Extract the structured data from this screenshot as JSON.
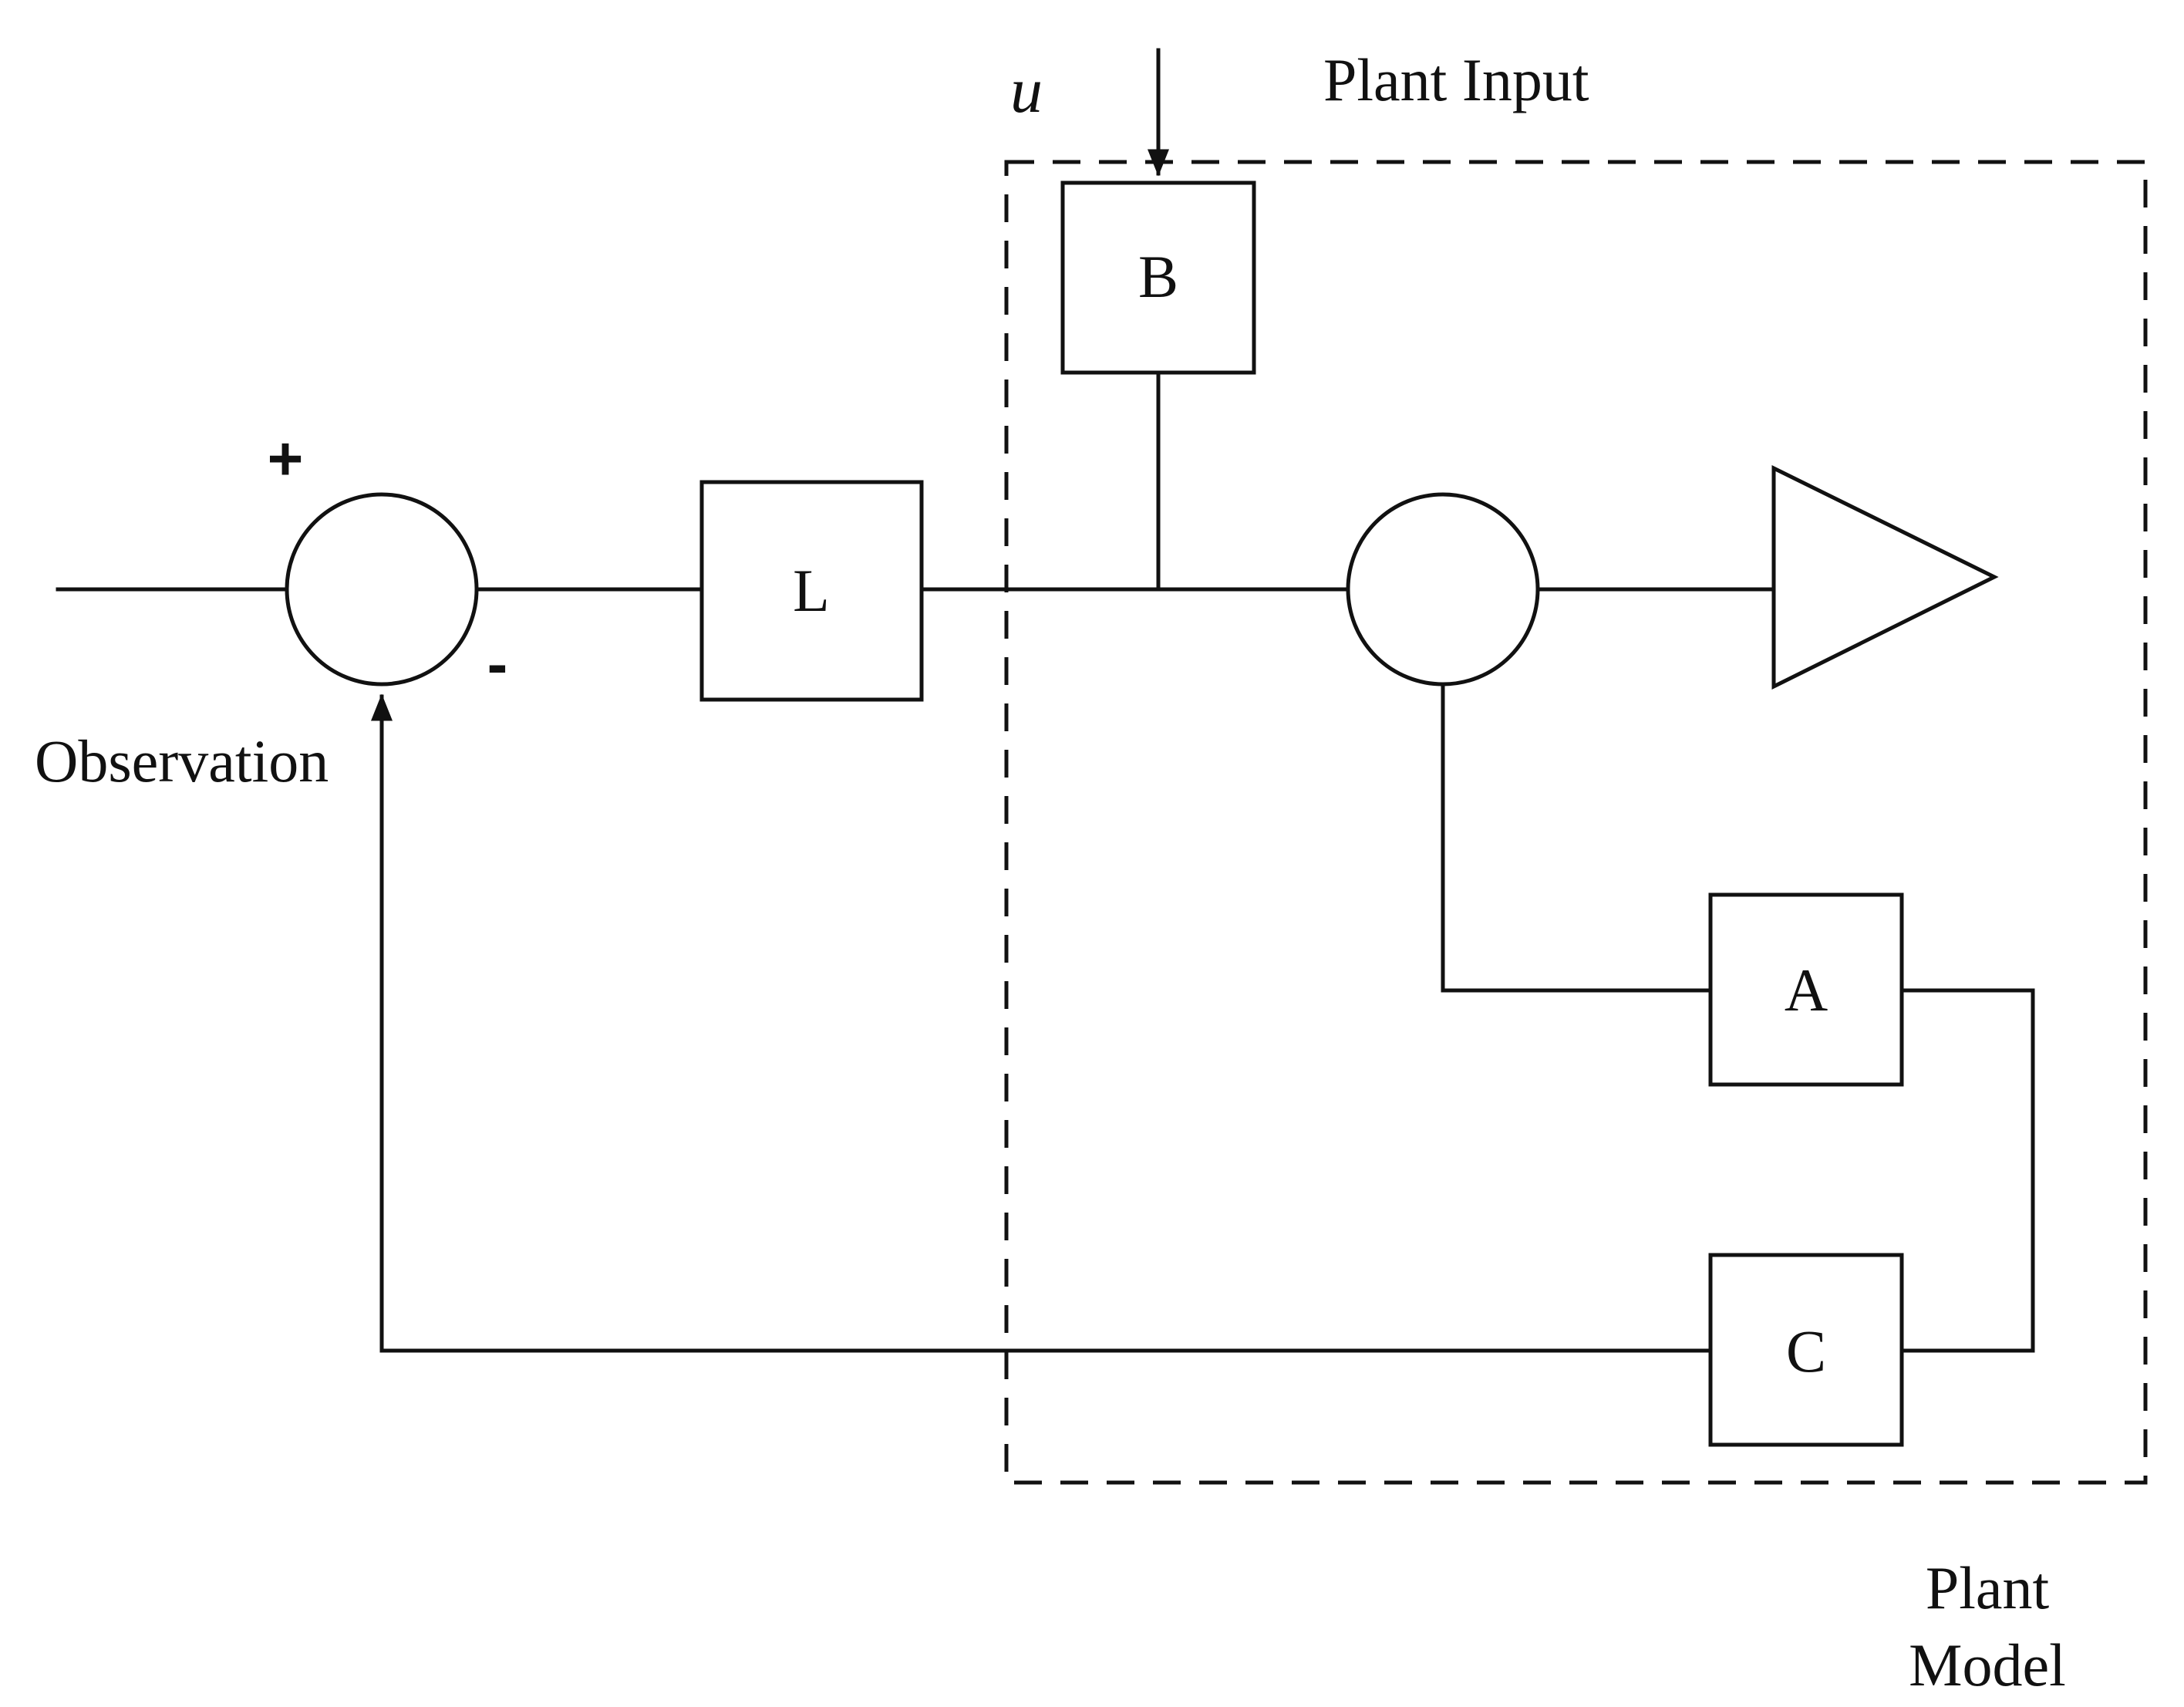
{
  "diagram": {
    "input_symbol": "u",
    "plant_input_label": "Plant Input",
    "observation_label": "Observation",
    "plus_sign": "+",
    "minus_sign": "-",
    "plant_model_label_line1": "Plant",
    "plant_model_label_line2": "Model",
    "blocks": {
      "L": "L",
      "B": "B",
      "A": "A",
      "C": "C"
    }
  }
}
